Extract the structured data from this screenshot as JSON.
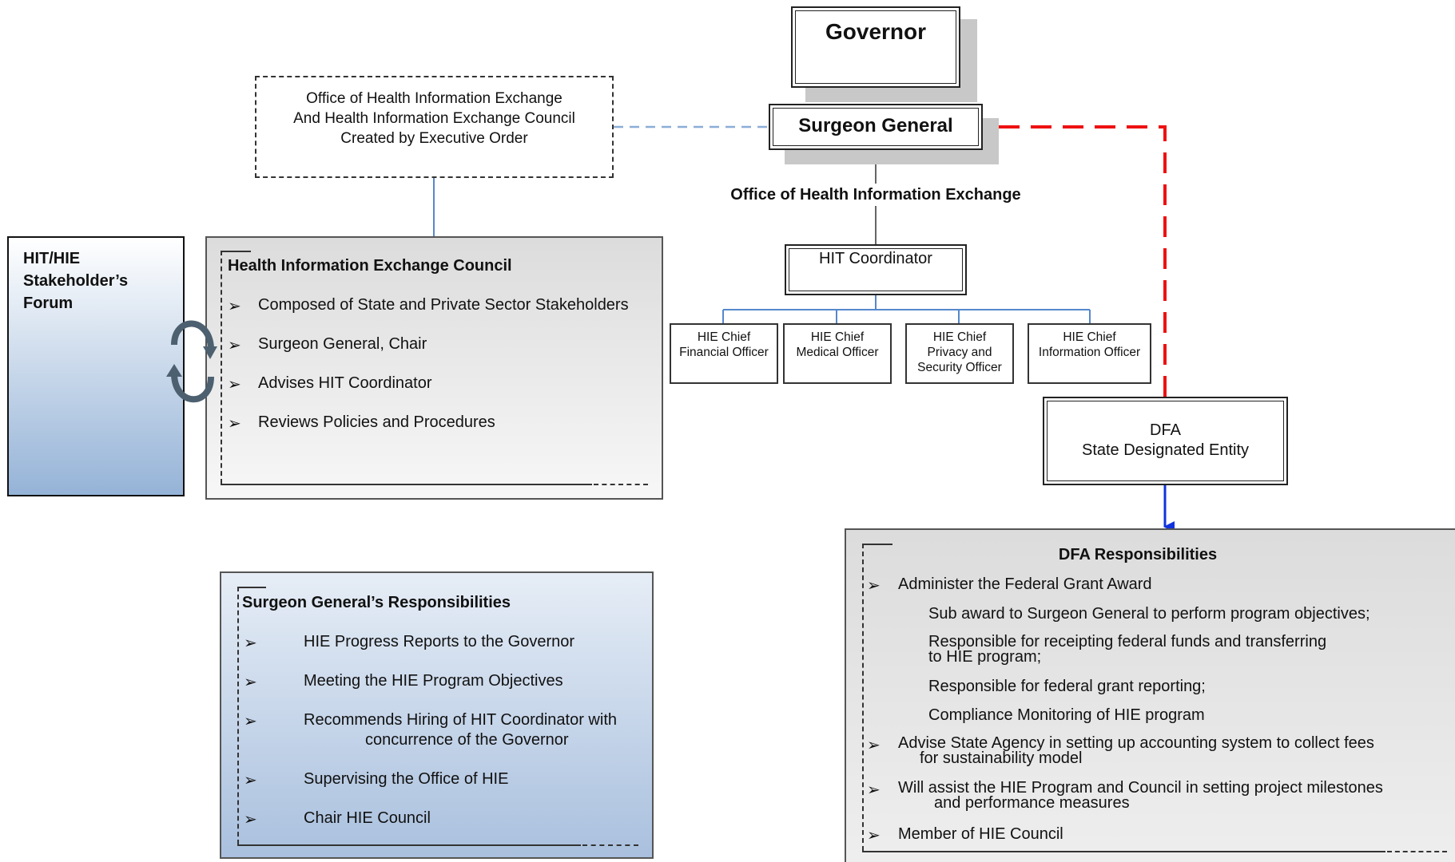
{
  "governor": "Governor",
  "surgeon_general": "Surgeon General",
  "office_order": [
    "Office of Health Information Exchange",
    "And Health Information Exchange Council",
    "Created by Executive Order"
  ],
  "office_label": "Office of Health Information Exchange",
  "hit_coordinator": "HIT Coordinator",
  "officers": [
    [
      "HIE Chief",
      "Financial Officer"
    ],
    [
      "HIE Chief",
      "Medical Officer"
    ],
    [
      "HIE Chief",
      "Privacy and",
      "Security Officer"
    ],
    [
      "HIE Chief",
      "Information Officer"
    ]
  ],
  "dfa": [
    "DFA",
    "State Designated Entity"
  ],
  "forum": [
    "HIT/HIE",
    "Stakeholder’s",
    "Forum"
  ],
  "council": {
    "title": "Health Information Exchange Council",
    "items": [
      "Composed of State and Private Sector Stakeholders",
      "Surgeon General, Chair",
      "Advises HIT Coordinator",
      "Reviews Policies and Procedures"
    ]
  },
  "sg_resp": {
    "title": "Surgeon General’s Responsibilities",
    "items": [
      "HIE Progress Reports to the Governor",
      "Meeting the HIE Program Objectives",
      "Recommends Hiring of HIT Coordinator with",
      "concurrence of the Governor",
      "Supervising the Office of HIE",
      "Chair HIE Council"
    ]
  },
  "dfa_resp": {
    "title": "DFA Responsibilities",
    "lines": [
      "Administer the Federal Grant Award",
      "Sub award to Surgeon General to perform program objectives;",
      "Responsible for receipting federal funds and transferring",
      "to HIE program;",
      "Responsible for federal grant reporting;",
      "Compliance Monitoring of HIE program",
      "Advise State Agency in setting up accounting system to collect fees",
      "for sustainability model",
      "Will assist the HIE Program and  Council in setting project milestones",
      "and performance measures",
      "Member of HIE Council"
    ]
  },
  "bullet_glyph": "➢",
  "colors": {
    "red_arrow": "#ee1111",
    "blue_arrow": "#1133dd",
    "light_blue_line": "#5588cc",
    "forum_top": "#ffffff",
    "forum_bottom": "#95b3d7",
    "cycle_arrows": "#4d6070"
  }
}
